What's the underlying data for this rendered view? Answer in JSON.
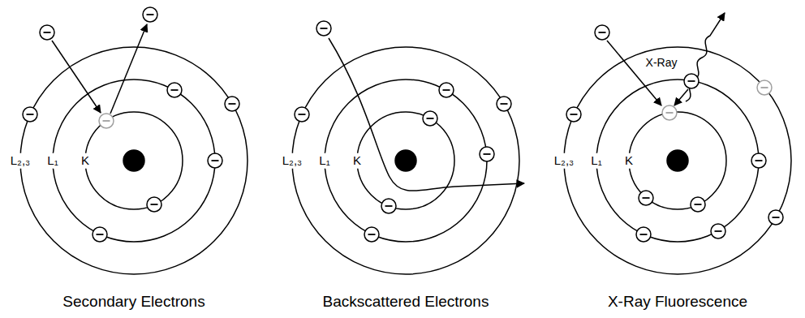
{
  "diagram": {
    "labels": [
      "L₂,₃",
      "L₁",
      "K",
      "L₂,₃",
      "L₁",
      "K",
      "X-Ray",
      "L₂,₃",
      "L₁",
      "K",
      "Secondary Electrons",
      "Backscattered Electrons",
      "X-Ray Fluorescence"
    ]
  }
}
